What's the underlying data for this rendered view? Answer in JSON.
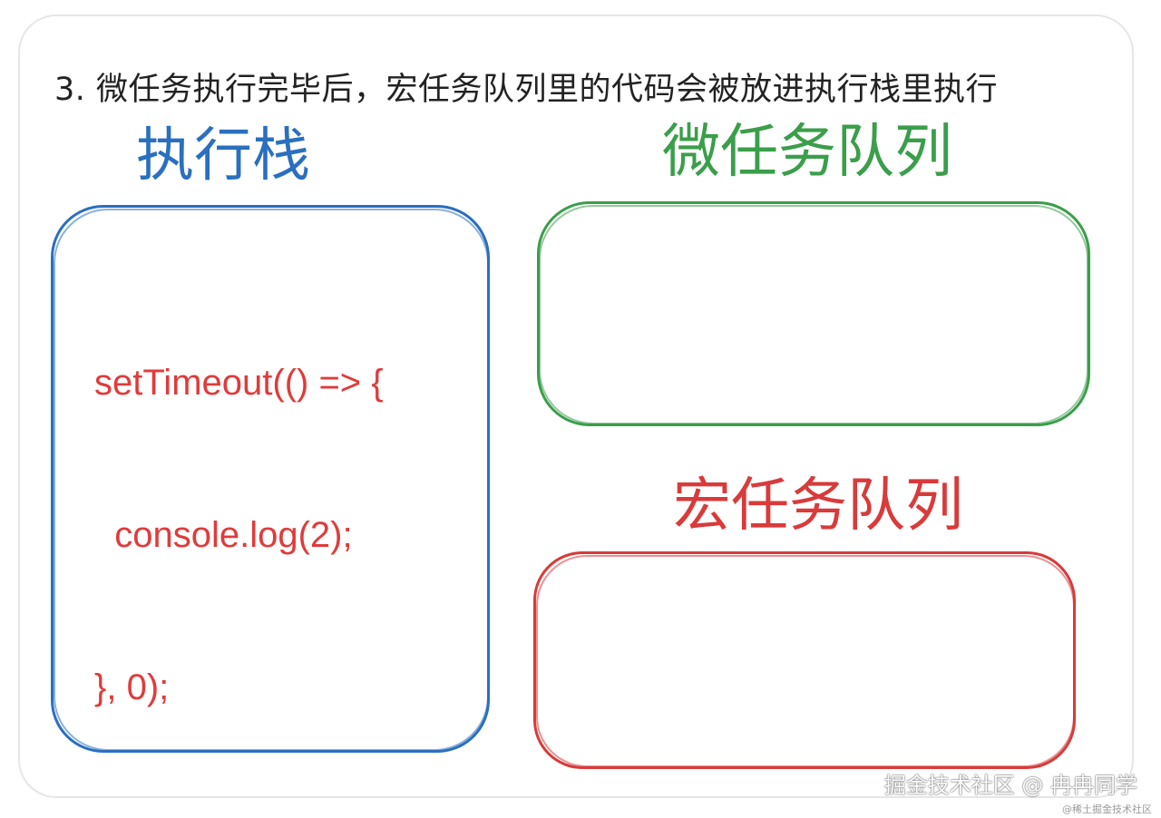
{
  "step_text": "3. 微任务执行完毕后，宏任务队列里的代码会被放进执行栈里执行",
  "sections": {
    "stack": {
      "title": "执行栈",
      "color": "#2a6fc0"
    },
    "micro": {
      "title": "微任务队列",
      "color": "#3a9e4a"
    },
    "macro": {
      "title": "宏任务队列",
      "color": "#d93a3a"
    }
  },
  "code": {
    "color": "#e03b3b",
    "lines": [
      "setTimeout(() => {",
      "  console.log(2);",
      "}, 0);"
    ]
  },
  "watermark": {
    "text": "掘金技术社区 @ 冉冉同学",
    "small": "@稀土掘金技术社区"
  }
}
